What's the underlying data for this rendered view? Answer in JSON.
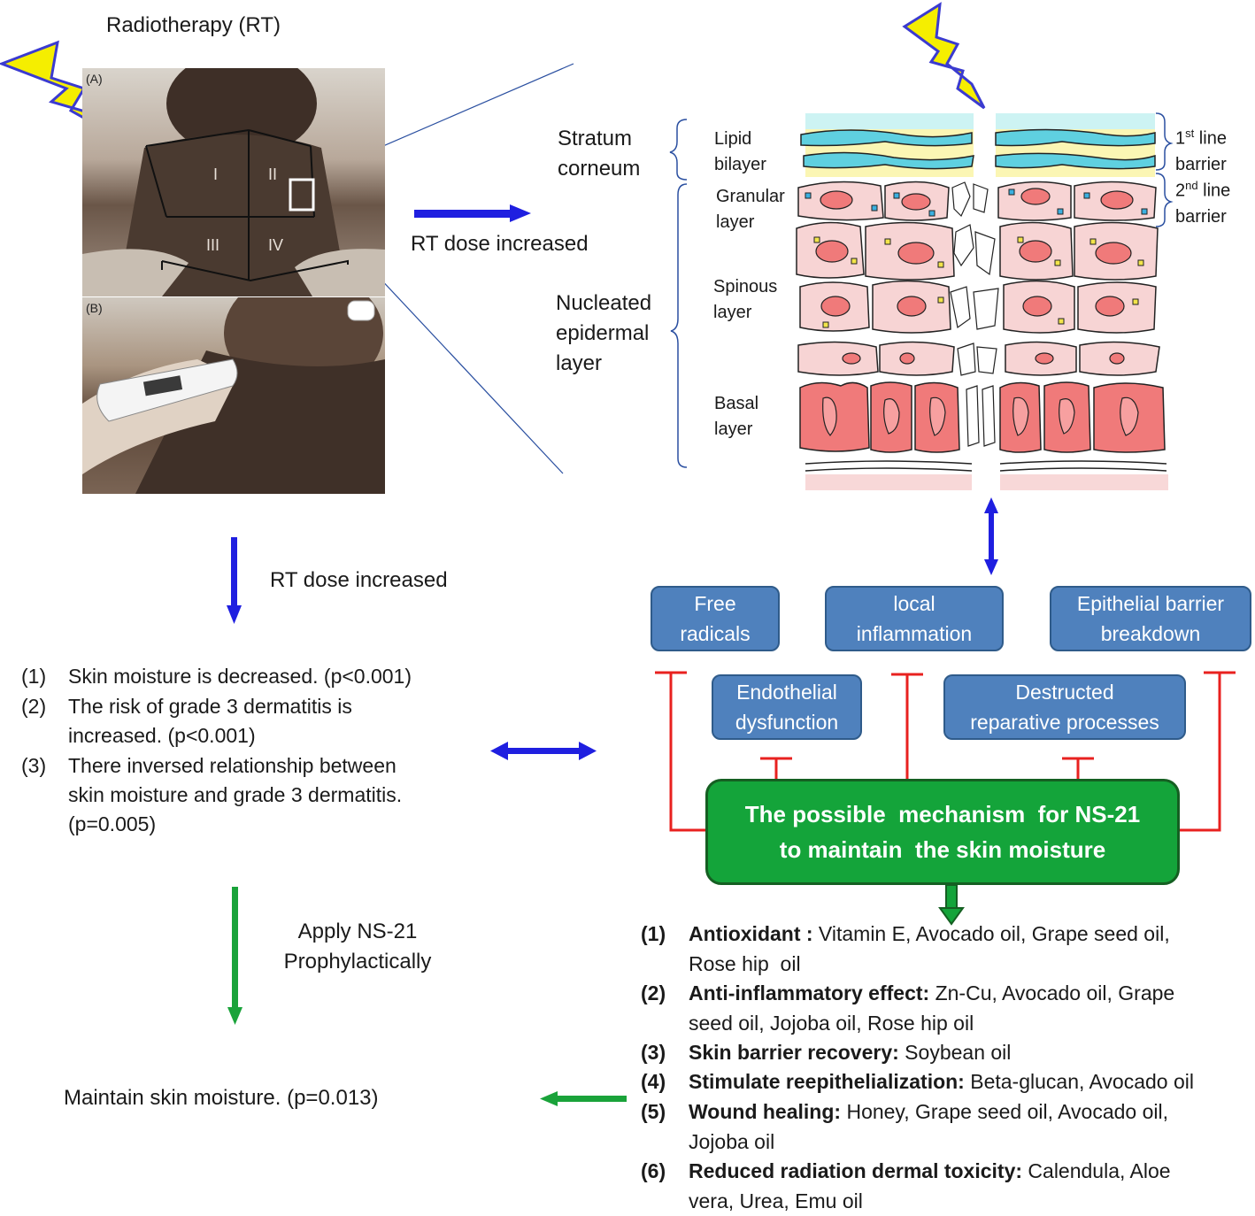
{
  "top_left": {
    "title": "Radiotherapy (RT)"
  },
  "photo_a": {
    "label": "(A)",
    "regions": [
      "I",
      "II",
      "III",
      "IV"
    ]
  },
  "photo_b": {
    "label": "(B)"
  },
  "arrow_right_label": "RT dose increased",
  "arrow_down_label": "RT dose increased",
  "skin_layers": {
    "stratum": [
      "Stratum",
      "corneum"
    ],
    "lipid": [
      "Lipid",
      "bilayer"
    ],
    "granular": [
      "Granular",
      "layer"
    ],
    "nucleated": [
      "Nucleated",
      "epidermal",
      "layer"
    ],
    "spinous": [
      "Spinous",
      "layer"
    ],
    "basal": [
      "Basal",
      "layer"
    ],
    "first_line": {
      "num": "1",
      "sup": "st",
      "word": " line",
      "line2": "barrier"
    },
    "second_line": {
      "num": "2",
      "sup": "nd",
      "word": " line",
      "line2": "barrier"
    }
  },
  "findings": [
    {
      "num": "(1)",
      "lines": [
        "Skin moisture is decreased. (p<0.001)"
      ]
    },
    {
      "num": "(2)",
      "lines": [
        "The risk of grade 3 dermatitis is",
        "increased. (p<0.001)"
      ]
    },
    {
      "num": "(3)",
      "lines": [
        "There inversed relationship between",
        "skin moisture and grade 3 dermatitis.",
        "(p=0.005)"
      ]
    }
  ],
  "apply": [
    "Apply NS-21",
    "Prophylactically"
  ],
  "maintain": "Maintain skin moisture. (p=0.013)",
  "boxes": {
    "free_radicals": [
      "Free",
      "radicals"
    ],
    "local_inflammation": [
      "local",
      "inflammation"
    ],
    "epithelial_barrier": [
      "Epithelial barrier",
      "breakdown"
    ],
    "endothelial": [
      "Endothelial",
      "dysfunction"
    ],
    "destructed": [
      "Destructed",
      "reparative processes"
    ]
  },
  "mechanism_box": [
    "The possible  mechanism  for NS-21",
    "to maintain  the skin moisture"
  ],
  "mechanisms": [
    {
      "num": "(1)",
      "bold": "Antioxidant :",
      "rest": " Vitamin E, Avocado oil, Grape seed oil,",
      "line2": "Rose hip  oil"
    },
    {
      "num": "(2)",
      "bold": "Anti-inflammatory effect:",
      "rest": " Zn-Cu, Avocado oil, Grape",
      "line2": "seed oil, Jojoba oil, Rose hip oil"
    },
    {
      "num": "(3)",
      "bold": "Skin barrier recovery:",
      "rest": " Soybean oil",
      "line2": ""
    },
    {
      "num": "(4)",
      "bold": "Stimulate reepithelialization:",
      "rest": " Beta-glucan, Avocado oil",
      "line2": ""
    },
    {
      "num": "(5)",
      "bold": "Wound healing:",
      "rest": " Honey, Grape seed oil, Avocado oil,",
      "line2": "Jojoba oil"
    },
    {
      "num": "(6)",
      "bold": "Reduced radiation dermal toxicity:",
      "rest": " Calendula, Aloe",
      "line2": "vera, Urea, Emu oil"
    }
  ],
  "colors": {
    "blue_arrow": "#1f1fe0",
    "green_arrow": "#1aa33a",
    "inhibit_red": "#e8211f",
    "box_blue": "#4f81bd",
    "box_green": "#14a43a"
  }
}
